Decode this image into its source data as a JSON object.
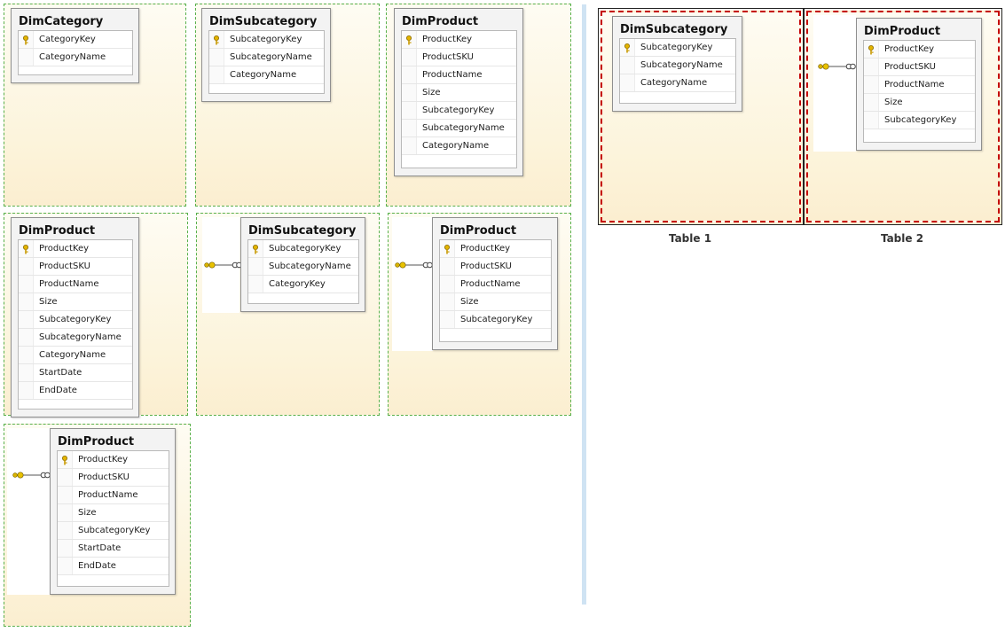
{
  "diagrams": [
    {
      "title": "DimCategory",
      "pk": true,
      "fields": [
        "CategoryKey",
        "CategoryName"
      ]
    },
    {
      "title": "DimSubcategory",
      "pk": true,
      "fields": [
        "SubcategoryKey",
        "SubcategoryName",
        "CategoryName"
      ]
    },
    {
      "title": "DimProduct",
      "pk": true,
      "fields": [
        "ProductKey",
        "ProductSKU",
        "ProductName",
        "Size",
        "SubcategoryKey",
        "SubcategoryName",
        "CategoryName"
      ]
    },
    {
      "title": "DimProduct",
      "pk": true,
      "fields": [
        "ProductKey",
        "ProductSKU",
        "ProductName",
        "Size",
        "SubcategoryKey",
        "SubcategoryName",
        "CategoryName",
        "StartDate",
        "EndDate"
      ]
    },
    {
      "title": "DimSubcategory",
      "pk": true,
      "fields": [
        "SubcategoryKey",
        "SubcategoryName",
        "CategoryKey"
      ]
    },
    {
      "title": "DimProduct",
      "pk": true,
      "fields": [
        "ProductKey",
        "ProductSKU",
        "ProductName",
        "Size",
        "SubcategoryKey"
      ]
    },
    {
      "title": "DimProduct",
      "pk": true,
      "fields": [
        "ProductKey",
        "ProductSKU",
        "ProductName",
        "Size",
        "SubcategoryKey",
        "StartDate",
        "EndDate"
      ]
    },
    {
      "title": "DimSubcategory",
      "pk": true,
      "fields": [
        "SubcategoryKey",
        "SubcategoryName",
        "CategoryName"
      ]
    },
    {
      "title": "DimProduct",
      "pk": true,
      "fields": [
        "ProductKey",
        "ProductSKU",
        "ProductName",
        "Size",
        "SubcategoryKey"
      ]
    }
  ],
  "captions": {
    "table1": "Table 1",
    "table2": "Table 2"
  }
}
